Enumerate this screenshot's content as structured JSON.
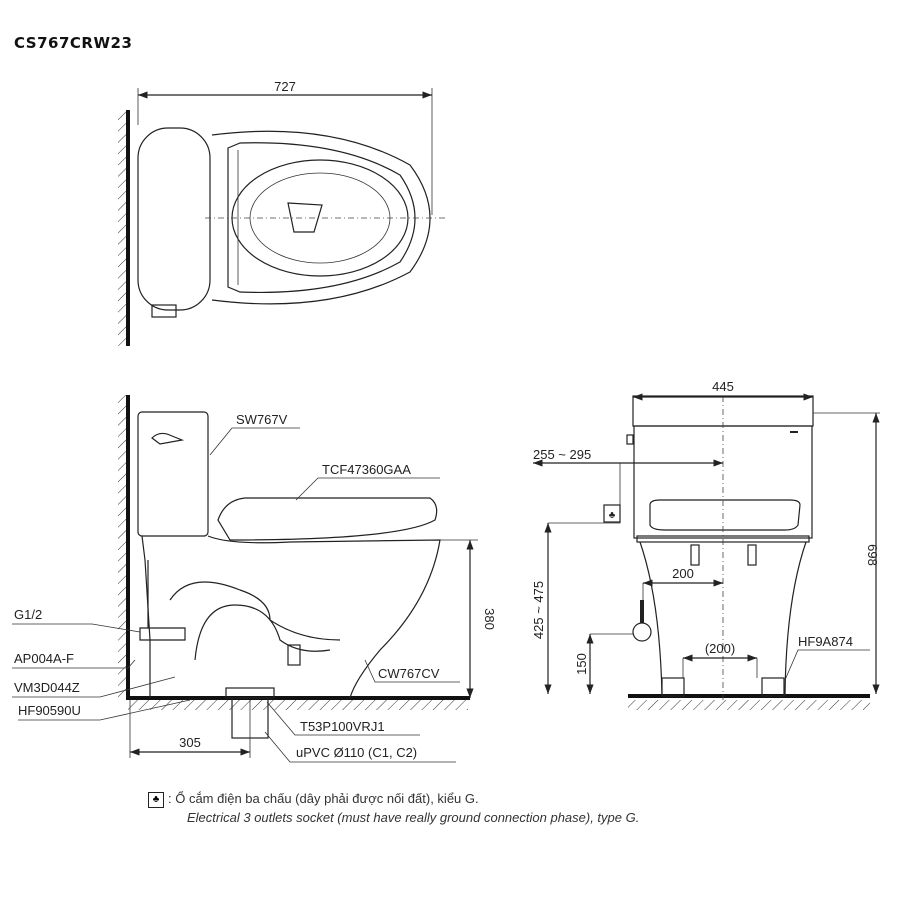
{
  "title": "CS767CRW23",
  "top_view": {
    "dim_length": "727"
  },
  "side_view": {
    "labels": {
      "tank": "SW767V",
      "seat": "TCF47360GAA",
      "bowl": "CW767CV",
      "valve_thread": "G1/2",
      "hose": "AP004A-F",
      "stop_valve": "VM3D044Z",
      "floor_bolt": "HF90590U",
      "flange": "T53P100VRJ1",
      "pipe": "uPVC Ø110 (C1, C2)"
    },
    "dim_height": "380",
    "dim_rough_in": "305"
  },
  "front_view": {
    "dim_width": "445",
    "dim_height": "698",
    "dim_socket_offset": "255 ~ 295",
    "dim_socket_height": "425 ~ 475",
    "dim_valve_offset": "200",
    "dim_valve_height": "150",
    "dim_bolt_spacing": "(200)",
    "bolt_label": "HF9A874"
  },
  "legend": {
    "icon": "socket-icon",
    "vi": ": Ổ cắm điện ba chấu (dây phải được nối đất), kiểu G.",
    "en": "Electrical 3 outlets socket (must have really ground connection phase), type G."
  }
}
